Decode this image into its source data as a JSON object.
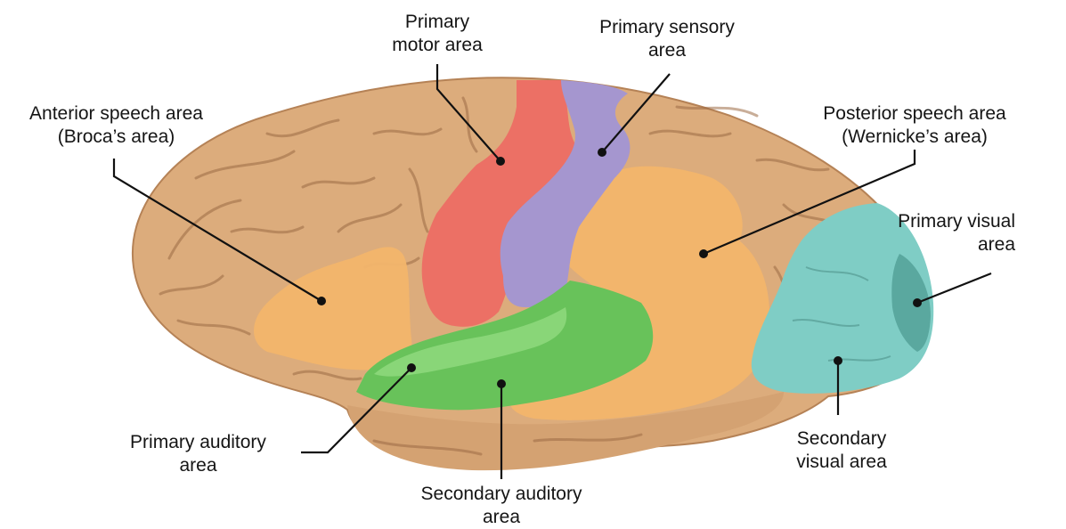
{
  "labels": {
    "primary_motor": [
      "Primary",
      "motor area"
    ],
    "primary_sensory": [
      "Primary sensory",
      "area"
    ],
    "anterior_speech": [
      "Anterior speech area",
      "(Broca’s area)"
    ],
    "posterior_speech": [
      "Posterior speech area",
      "(Wernicke’s area)"
    ],
    "primary_visual": [
      "Primary visual",
      "area"
    ],
    "primary_auditory": [
      "Primary auditory",
      "area"
    ],
    "secondary_auditory": [
      "Secondary auditory",
      "area"
    ],
    "secondary_visual": [
      "Secondary",
      "visual area"
    ]
  },
  "colors": {
    "brain": "#dcac7c",
    "brain_dark": "#b58256",
    "sulcus": "#9c6b45",
    "motor": "#ec7065",
    "sensory": "#a596cf",
    "speech": "#f2b56c",
    "auditory": "#68c25a",
    "auditory_light": "#8fd97e",
    "visual": "#7fcdc5",
    "visual_dark": "#5aa89f",
    "line": "#111111"
  }
}
